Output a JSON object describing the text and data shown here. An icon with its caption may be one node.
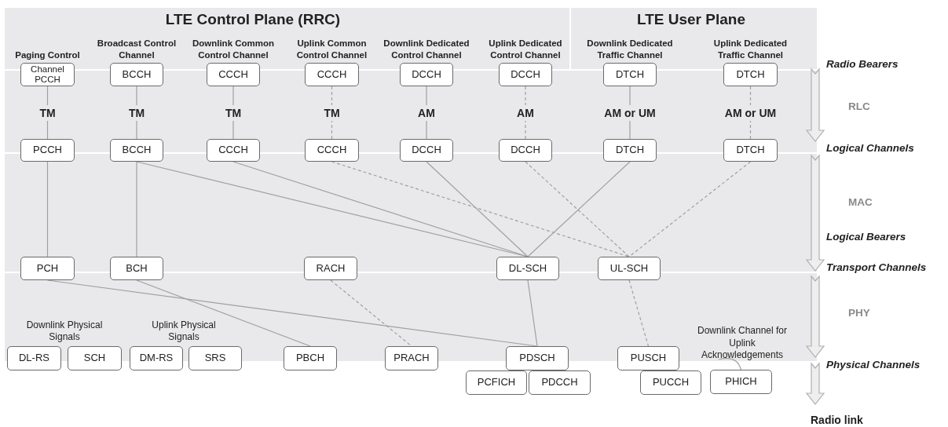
{
  "diagram": {
    "nodes": [
      {
        "text": [
          "Paging Control",
          "Channel PCCH"
        ]
      },
      {
        "text": [
          "Broadcast Control Channel",
          "BCCH"
        ]
      },
      {
        "text": [
          "Downlink Common Control Channel",
          "CCCH"
        ]
      },
      {
        "text": [
          "Uplink Common Control Channel",
          "CCCH"
        ]
      },
      {
        "text": [
          "Downlink Dedicated Control Channel",
          "DCCH"
        ]
      },
      {
        "text": [
          "Uplink Dedicated Control Channel",
          "DCCH"
        ]
      },
      {
        "text": [
          "Downlink Dedicated Traffic Channel",
          "DTCH"
        ]
      },
      {
        "text": [
          "Uplink Dedicated Traffic Channel",
          "DTCH"
        ]
      },
      {
        "text": [
          "PCCH"
        ]
      },
      {
        "text": [
          "BCCH"
        ]
      },
      {
        "text": [
          "CCCH"
        ]
      },
      {
        "text": [
          "CCCH"
        ]
      },
      {
        "text": [
          "DCCH"
        ]
      },
      {
        "text": [
          "DCCH"
        ]
      },
      {
        "text": [
          "DTCH"
        ]
      },
      {
        "text": [
          "DTCH"
        ]
      },
      {
        "text": [
          "PCH"
        ]
      },
      {
        "text": [
          "BCH"
        ]
      },
      {
        "text": [
          "RACH"
        ]
      },
      {
        "text": [
          "DL-SCH"
        ]
      },
      {
        "text": [
          "UL-SCH"
        ]
      },
      {
        "text": [
          "DL-RS"
        ]
      },
      {
        "text": [
          "SCH"
        ]
      },
      {
        "text": [
          "DM-RS"
        ]
      },
      {
        "text": [
          "SRS"
        ]
      },
      {
        "text": [
          "PBCH"
        ]
      },
      {
        "text": [
          "PRACH"
        ]
      },
      {
        "text": [
          "PDSCH"
        ]
      },
      {
        "text": [
          "PUSCH"
        ]
      },
      {
        "text": [
          "PCFICH"
        ]
      },
      {
        "text": [
          "PDCCH"
        ]
      },
      {
        "text": [
          "PUCCH"
        ]
      },
      {
        "text": [
          "Downlink Channel for Uplink Acknowledgements"
        ]
      },
      {
        "text": [
          "PHICH"
        ]
      }
    ],
    "edges": [
      {
        "from": 0,
        "to": 8,
        "arrow": "none",
        "label": "TM"
      },
      {
        "from": 1,
        "to": 9,
        "arrow": "none",
        "label": "TM"
      },
      {
        "from": 2,
        "to": 10,
        "arrow": "none",
        "label": "TM"
      },
      {
        "from": 3,
        "to": 11,
        "arrow": "none",
        "label": "TM",
        "style": "dashed"
      },
      {
        "from": 4,
        "to": 12,
        "arrow": "none",
        "label": "AM"
      },
      {
        "from": 5,
        "to": 13,
        "arrow": "none",
        "label": "AM",
        "style": "dashed"
      },
      {
        "from": 6,
        "to": 14,
        "arrow": "none",
        "label": "AM or UM"
      },
      {
        "from": 7,
        "to": 15,
        "arrow": "none",
        "label": "AM or UM",
        "style": "dashed"
      },
      {
        "from": 8,
        "to": 16,
        "arrow": "none"
      },
      {
        "from": 9,
        "to": 17,
        "arrow": "none"
      },
      {
        "from": 9,
        "to": 19,
        "arrow": "none"
      },
      {
        "from": 10,
        "to": 19,
        "arrow": "none"
      },
      {
        "from": 11,
        "to": 20,
        "arrow": "none",
        "style": "dashed"
      },
      {
        "from": 12,
        "to": 19,
        "arrow": "none"
      },
      {
        "from": 13,
        "to": 20,
        "arrow": "none",
        "style": "dashed"
      },
      {
        "from": 14,
        "to": 19,
        "arrow": "none"
      },
      {
        "from": 15,
        "to": 20,
        "arrow": "none",
        "style": "dashed"
      },
      {
        "from": 16,
        "to": 27,
        "arrow": "none"
      },
      {
        "from": 17,
        "to": 25,
        "arrow": "none"
      },
      {
        "from": 18,
        "to": 26,
        "arrow": "none",
        "style": "dashed"
      },
      {
        "from": 19,
        "to": 27,
        "arrow": "none"
      },
      {
        "from": 20,
        "to": 28,
        "arrow": "none",
        "style": "dashed"
      },
      {
        "from": 32,
        "to": 33,
        "arrow": "none"
      }
    ],
    "labels": [
      "LTE Control Plane (RRC)",
      "LTE User Plane",
      "Radio Bearers",
      "RLC",
      "Logical Channels",
      "MAC",
      "Logical Bearers",
      "Transport Channels",
      "Downlink Physical Signals",
      "Uplink Physical Signals",
      "PHY",
      "Physical Channels",
      "Radio link"
    ]
  }
}
